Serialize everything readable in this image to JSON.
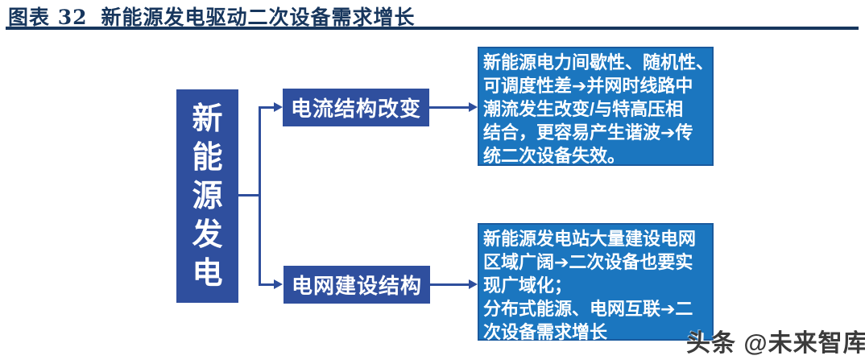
{
  "header": {
    "figure_label": "图表 32",
    "figure_title": "新能源发电驱动二次设备需求增长"
  },
  "diagram": {
    "root_node": {
      "label": "新能源发电"
    },
    "branches": [
      {
        "node_label": "电流结构改变",
        "detail_lines": [
          "新能源电力间歇性、随机性、",
          "可调度性差➔并网时线路中",
          "潮流发生改变/与特高压相",
          "结合，更容易产生谐波➔传",
          "统二次设备失效。"
        ]
      },
      {
        "node_label": "电网建设结构",
        "detail_lines": [
          "新能源发电站大量建设电网",
          "区域广阔➔二次设备也要实",
          "现广域化；",
          "分布式能源、电网互联➔二",
          "次设备需求增长"
        ]
      }
    ]
  },
  "watermark": {
    "text": "头条 @未来智库"
  },
  "colors": {
    "title_navy": "#17365D",
    "node_blue": "#2F4F9E",
    "detail_blue": "#1B76BF",
    "detail_border": "#1A5A9E",
    "connector_blue": "#2E4E9C",
    "watermark_gray": "#3B3B3B"
  }
}
